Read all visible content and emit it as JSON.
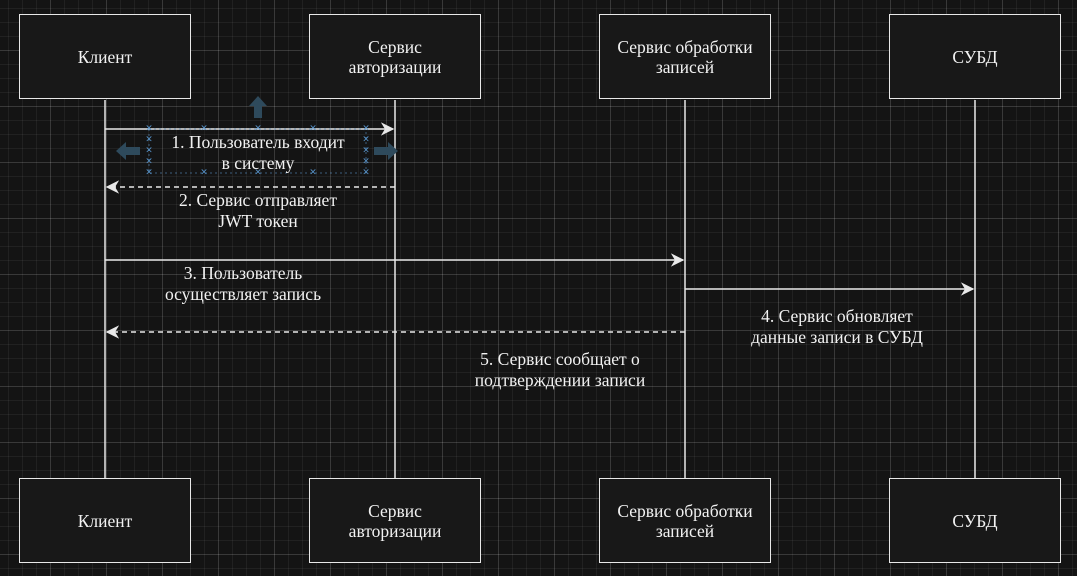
{
  "participants": {
    "client": "Клиент",
    "auth": "Сервис\nавторизации",
    "records": "Сервис обработки\nзаписей",
    "db": "СУБД"
  },
  "messages": {
    "m1": "1. Пользователь входит\nв систему",
    "m2": "2. Сервис отправляет\nJWT токен",
    "m3": "3. Пользователь\nосуществляет запись",
    "m4": "4. Сервис обновляет\nданные записи в СУБД",
    "m5": "5. Сервис сообщает о\nподтверждении записи"
  },
  "colors": {
    "line": "#e8e8e8",
    "selection": "#5b9bd5",
    "handle_arrow": "#2e4a5c"
  }
}
